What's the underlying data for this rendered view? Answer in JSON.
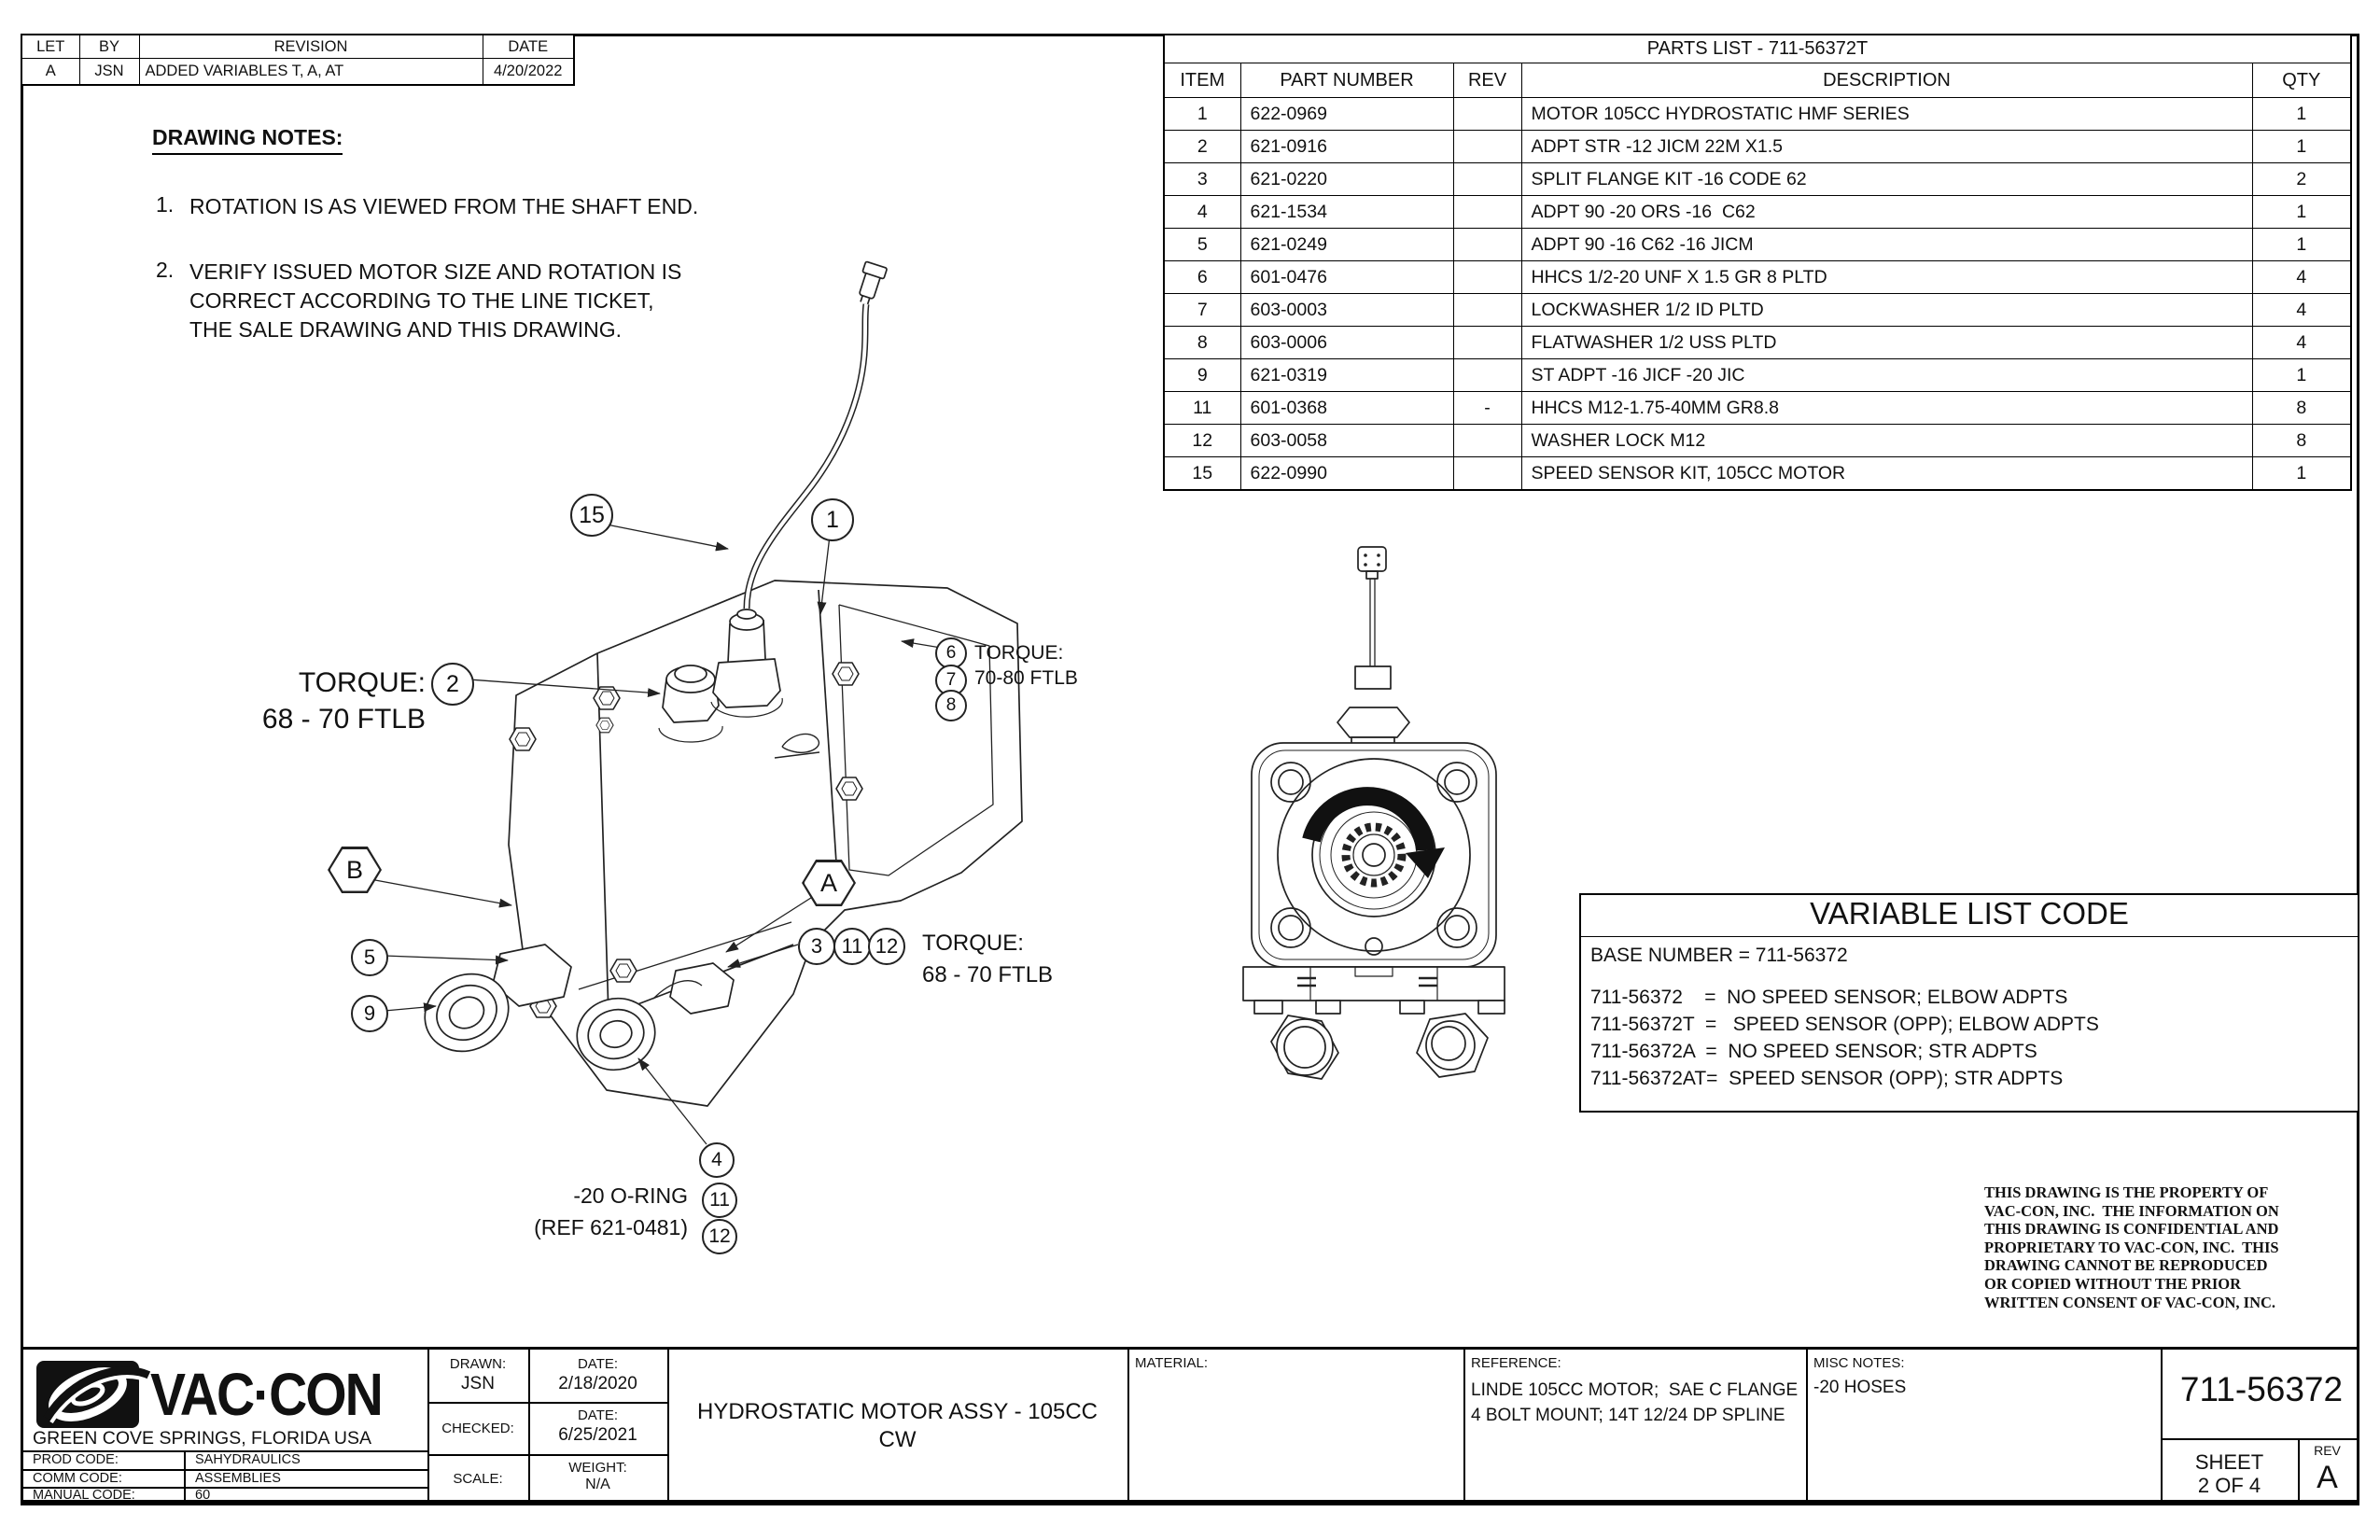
{
  "revision_table": {
    "headers": {
      "let": "LET",
      "by": "BY",
      "revision": "REVISION",
      "date": "DATE"
    },
    "row": {
      "let": "A",
      "by": "JSN",
      "revision": "ADDED VARIABLES T, A, AT",
      "date": "4/20/2022"
    }
  },
  "drawing_notes": {
    "title": "DRAWING NOTES:",
    "note1_num": "1.",
    "note1": "ROTATION IS AS VIEWED FROM THE SHAFT END.",
    "note2_num": "2.",
    "note2": "VERIFY ISSUED MOTOR SIZE AND ROTATION IS\nCORRECT ACCORDING TO THE LINE TICKET,\nTHE SALE DRAWING AND THIS DRAWING."
  },
  "parts_list": {
    "title": "PARTS LIST - 711-56372T",
    "headers": {
      "item": "ITEM",
      "part_number": "PART NUMBER",
      "rev": "REV",
      "description": "DESCRIPTION",
      "qty": "QTY"
    },
    "rows": [
      [
        "1",
        "622-0969",
        "",
        "MOTOR 105CC HYDROSTATIC HMF SERIES",
        "1"
      ],
      [
        "2",
        "621-0916",
        "",
        "ADPT STR -12 JICM 22M X1.5",
        "1"
      ],
      [
        "3",
        "621-0220",
        "",
        "SPLIT FLANGE KIT -16 CODE 62",
        "2"
      ],
      [
        "4",
        "621-1534",
        "",
        "ADPT 90 -20 ORS -16  C62",
        "1"
      ],
      [
        "5",
        "621-0249",
        "",
        "ADPT 90 -16 C62 -16 JICM",
        "1"
      ],
      [
        "6",
        "601-0476",
        "",
        "HHCS 1/2-20 UNF X 1.5 GR 8 PLTD",
        "4"
      ],
      [
        "7",
        "603-0003",
        "",
        "LOCKWASHER 1/2 ID PLTD",
        "4"
      ],
      [
        "8",
        "603-0006",
        "",
        "FLATWASHER 1/2 USS PLTD",
        "4"
      ],
      [
        "9",
        "621-0319",
        "",
        "ST ADPT -16 JICF -20 JIC",
        "1"
      ],
      [
        "11",
        "601-0368",
        "-",
        "HHCS M12-1.75-40MM GR8.8",
        "8"
      ],
      [
        "12",
        "603-0058",
        "",
        "WASHER LOCK M12",
        "8"
      ],
      [
        "15",
        "622-0990",
        "",
        "SPEED SENSOR KIT, 105CC MOTOR",
        "1"
      ]
    ]
  },
  "annotations": {
    "torque_a": "TORQUE:\n68 - 70 FTLB",
    "torque_b": "TORQUE:\n70-80 FTLB",
    "torque_c": "TORQUE:\n68 - 70 FTLB",
    "oring": "-20 O-RING\n(REF 621-0481)",
    "hex_a": "A",
    "hex_b": "B",
    "balloons": {
      "b15": "15",
      "b1": "1",
      "b2": "2",
      "b6": "6",
      "b7": "7",
      "b8": "8",
      "b5": "5",
      "b9": "9",
      "b3": "3",
      "b11": "11",
      "b12": "12",
      "b4": "4",
      "b11b": "11",
      "b12b": "12"
    }
  },
  "variable_list": {
    "title": "VARIABLE LIST CODE",
    "base": "BASE NUMBER = 711-56372",
    "lines": [
      "711-56372    =  NO SPEED SENSOR; ELBOW ADPTS",
      "711-56372T  =   SPEED SENSOR (OPP); ELBOW ADPTS",
      "711-56372A  =  NO SPEED SENSOR; STR ADPTS",
      "711-56372AT=  SPEED SENSOR (OPP); STR ADPTS"
    ]
  },
  "legal": {
    "text": "THIS DRAWING IS THE PROPERTY OF\nVAC-CON, INC.  THE INFORMATION ON\nTHIS DRAWING IS CONFIDENTIAL AND\nPROPRIETARY TO VAC-CON, INC.  THIS\nDRAWING CANNOT BE REPRODUCED\nOR COPIED WITHOUT THE PRIOR\nWRITTEN CONSENT OF VAC-CON, INC."
  },
  "title_block": {
    "brand": "VAC·CON",
    "location": "GREEN COVE SPRINGS, FLORIDA USA",
    "prod_code_label": "PROD CODE:",
    "prod_code": "SAHYDRAULICS",
    "comm_code_label": "COMM CODE:",
    "comm_code": "ASSEMBLIES",
    "manual_code_label": "MANUAL CODE:",
    "manual_code": "60",
    "drawn_label": "DRAWN:",
    "drawn": "JSN",
    "drawn_date_label": "DATE:",
    "drawn_date": "2/18/2020",
    "checked_label": "CHECKED:",
    "checked_date_label": "DATE:",
    "checked_date": "6/25/2021",
    "scale_label": "SCALE:",
    "weight_label": "WEIGHT:",
    "weight": "N/A",
    "title": "HYDROSTATIC MOTOR ASSY - 105CC\nCW",
    "material_label": "MATERIAL:",
    "reference_label": "REFERENCE:",
    "reference": "LINDE 105CC MOTOR;  SAE C FLANGE\n4 BOLT MOUNT; 14T 12/24 DP SPLINE",
    "misc_label": "MISC NOTES:",
    "misc": "-20 HOSES",
    "part_number": "711-56372",
    "sheet_label": "SHEET",
    "sheet": "2  OF 4",
    "rev_label": "REV",
    "rev": "A"
  }
}
